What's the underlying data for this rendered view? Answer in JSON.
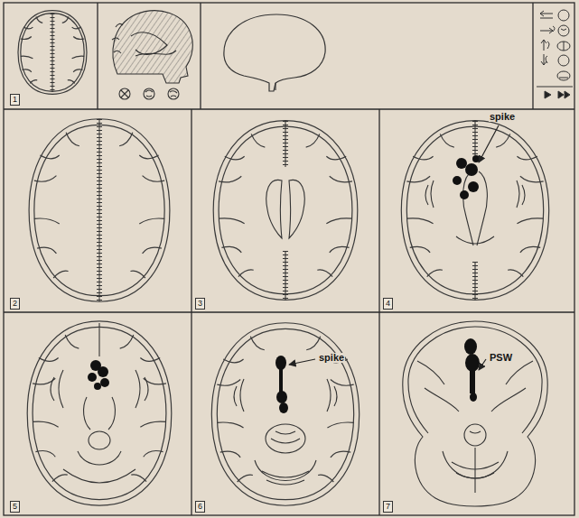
{
  "diagram": {
    "labels": [
      "1",
      "spike",
      "2",
      "3",
      "4",
      "spike",
      "PSW",
      "5",
      "6",
      "7"
    ]
  }
}
